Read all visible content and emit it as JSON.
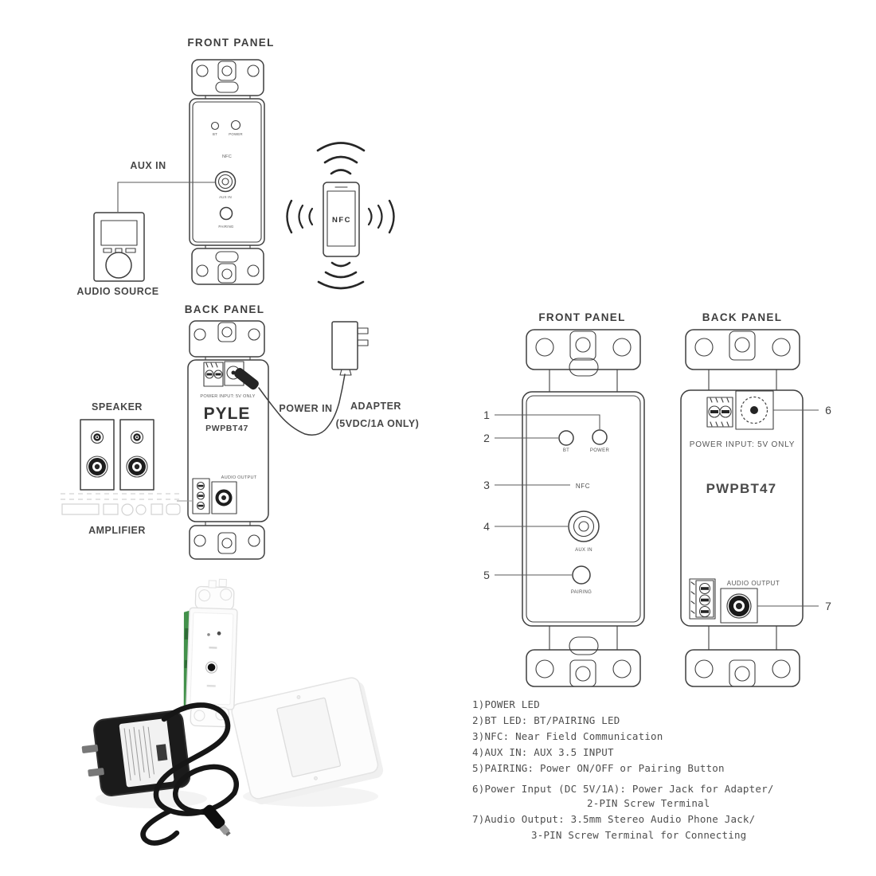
{
  "front_left": {
    "title": "FRONT PANEL",
    "callout_aux_in": "AUX IN",
    "audio_source_label": "AUDIO SOURCE",
    "led_bt": "BT",
    "led_power": "POWER",
    "nfc": "NFC",
    "jack_aux": "AUX IN",
    "pairing": "PAIRING",
    "phone_screen": "NFC"
  },
  "back_left": {
    "title": "BACK PANEL",
    "speaker_label": "SPEAKER",
    "amplifier_label": "AMPLIFIER",
    "power_input_label": "POWER INPUT: 5V ONLY",
    "brand": "PYLE",
    "model": "PWPBT47",
    "audio_output_label": "AUDIO OUTPUT",
    "power_in_label": "POWER IN",
    "adapter_label": "ADAPTER",
    "adapter_spec_label": "(5VDC/1A ONLY)"
  },
  "front_right": {
    "title": "FRONT PANEL",
    "led_bt": "BT",
    "led_power": "POWER",
    "nfc": "NFC",
    "jack_aux": "AUX IN",
    "pairing": "PAIRING",
    "callouts": {
      "c1": "1",
      "c2": "2",
      "c3": "3",
      "c4": "4",
      "c5": "5"
    }
  },
  "back_right": {
    "title": "BACK PANEL",
    "power_input_label": "POWER INPUT: 5V ONLY",
    "model": "PWPBT47",
    "audio_output_label": "AUDIO OUTPUT",
    "callouts": {
      "c6": "6",
      "c7": "7"
    }
  },
  "legend": {
    "line1": "1)POWER LED",
    "line2": "2)BT LED: BT/PAIRING LED",
    "line3": "3)NFC: Near Field Communication",
    "line4": "4)AUX IN: AUX 3.5 INPUT",
    "line5": "5)PAIRING: Power ON/OFF or Pairing Button",
    "line6": "6)Power Input (DC 5V/1A): Power Jack for Adapter/",
    "line6b": "2-PIN Screw Terminal",
    "line7": "7)Audio Output: 3.5mm Stereo Audio Phone Jack/",
    "line7b": "3-PIN Screw Terminal for Connecting"
  },
  "colors": {
    "line_art": "#3f3f3f",
    "text": "#4a4a4a",
    "pcb_green": "#43914b",
    "adapter_body": "#191919",
    "faint_gray": "#d2d2d2"
  }
}
